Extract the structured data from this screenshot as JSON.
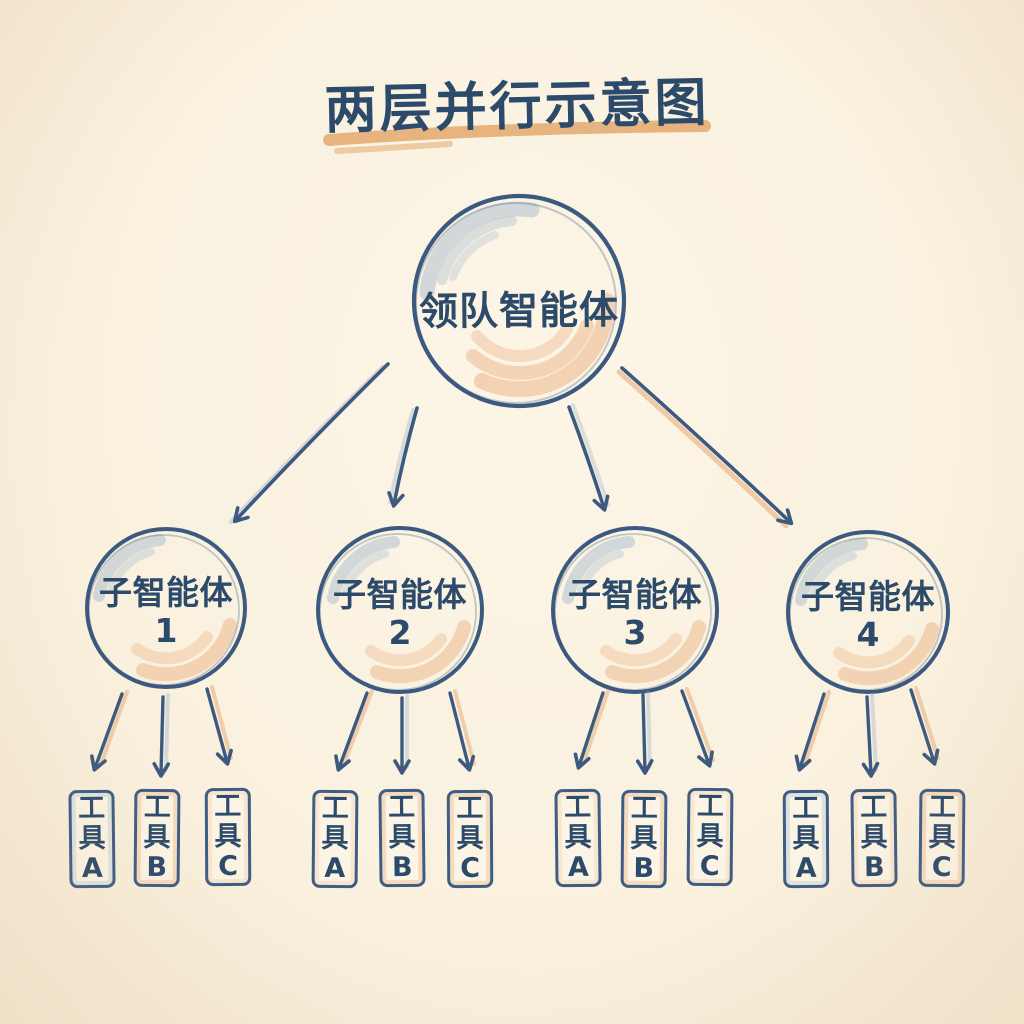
{
  "title": "两层并行示意图",
  "leader": {
    "label": "领队智能体"
  },
  "sub_agents": [
    {
      "label": "子智能体",
      "number": "1",
      "tools": [
        "工具A",
        "工具B",
        "工具C"
      ]
    },
    {
      "label": "子智能体",
      "number": "2",
      "tools": [
        "工具A",
        "工具B",
        "工具C"
      ]
    },
    {
      "label": "子智能体",
      "number": "3",
      "tools": [
        "工具A",
        "工具B",
        "工具C"
      ]
    },
    {
      "label": "子智能体",
      "number": "4",
      "tools": [
        "工具A",
        "工具B",
        "工具C"
      ]
    }
  ],
  "palette": {
    "paper": "#faf1df",
    "ink_navy": "#2c4a6a",
    "stroke_navy": "#3c5a80",
    "pencil_blue": "#9fb6cc",
    "pencil_orange": "#e2a263"
  }
}
